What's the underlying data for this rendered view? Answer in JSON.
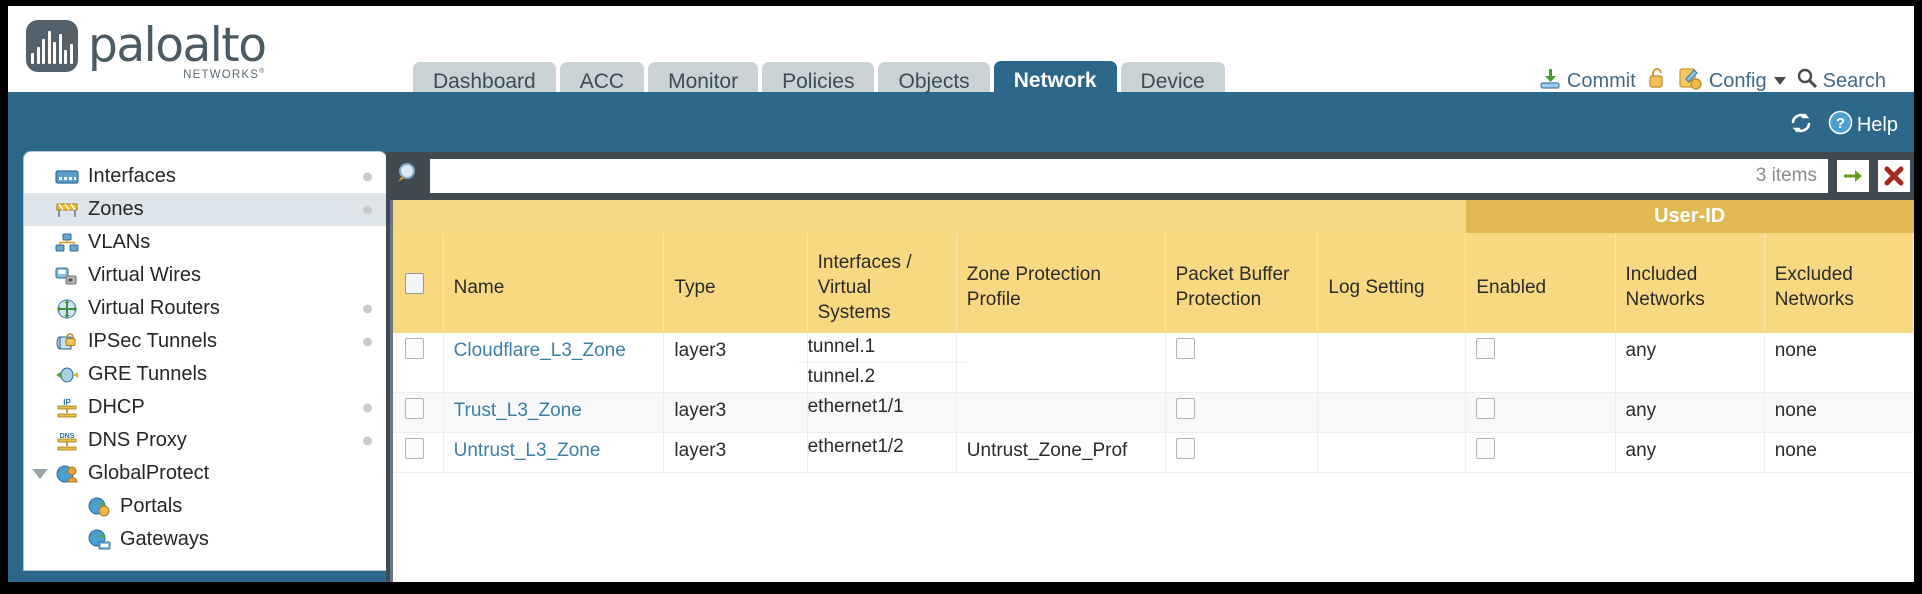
{
  "brand": {
    "name": "paloalto",
    "tagline": "NETWORKS",
    "registered": "®"
  },
  "nav": {
    "tabs": [
      {
        "label": "Dashboard",
        "active": false
      },
      {
        "label": "ACC",
        "active": false
      },
      {
        "label": "Monitor",
        "active": false
      },
      {
        "label": "Policies",
        "active": false
      },
      {
        "label": "Objects",
        "active": false
      },
      {
        "label": "Network",
        "active": true
      },
      {
        "label": "Device",
        "active": false
      }
    ]
  },
  "top_actions": {
    "commit": "Commit",
    "lock_icon": "lock-icon",
    "config": "Config",
    "search": "Search"
  },
  "blueband": {
    "refresh_icon": "refresh-icon",
    "help": "Help"
  },
  "sidebar": {
    "items": [
      {
        "label": "Interfaces",
        "icon": "interfaces-icon",
        "selected": false,
        "dot": true,
        "child": false,
        "expander": false
      },
      {
        "label": "Zones",
        "icon": "zones-icon",
        "selected": true,
        "dot": true,
        "child": false,
        "expander": false
      },
      {
        "label": "VLANs",
        "icon": "vlans-icon",
        "selected": false,
        "dot": false,
        "child": false,
        "expander": false
      },
      {
        "label": "Virtual Wires",
        "icon": "virtual-wires-icon",
        "selected": false,
        "dot": false,
        "child": false,
        "expander": false
      },
      {
        "label": "Virtual Routers",
        "icon": "virtual-routers-icon",
        "selected": false,
        "dot": true,
        "child": false,
        "expander": false
      },
      {
        "label": "IPSec Tunnels",
        "icon": "ipsec-tunnels-icon",
        "selected": false,
        "dot": true,
        "child": false,
        "expander": false
      },
      {
        "label": "GRE Tunnels",
        "icon": "gre-tunnels-icon",
        "selected": false,
        "dot": false,
        "child": false,
        "expander": false
      },
      {
        "label": "DHCP",
        "icon": "dhcp-icon",
        "selected": false,
        "dot": true,
        "child": false,
        "expander": false
      },
      {
        "label": "DNS Proxy",
        "icon": "dns-proxy-icon",
        "selected": false,
        "dot": true,
        "child": false,
        "expander": false
      },
      {
        "label": "GlobalProtect",
        "icon": "globalprotect-icon",
        "selected": false,
        "dot": false,
        "child": false,
        "expander": true
      },
      {
        "label": "Portals",
        "icon": "portals-icon",
        "selected": false,
        "dot": false,
        "child": true,
        "expander": false
      },
      {
        "label": "Gateways",
        "icon": "gateways-icon",
        "selected": false,
        "dot": false,
        "child": true,
        "expander": false
      }
    ]
  },
  "search": {
    "icon": "search-icon",
    "value": "",
    "placeholder": "",
    "items_count": "3 items",
    "apply_icon": "apply-filter-arrow-icon",
    "clear_icon": "clear-filter-x-icon"
  },
  "table": {
    "group_header": {
      "label": "User-ID",
      "span": 3
    },
    "columns": [
      "Name",
      "Type",
      "Interfaces / Virtual Systems",
      "Zone Protection Profile",
      "Packet Buffer Protection",
      "Log Setting",
      "Enabled",
      "Included Networks",
      "Excluded Networks"
    ],
    "rows": [
      {
        "checked": false,
        "name": "Cloudflare_L3_Zone",
        "type": "layer3",
        "interfaces": [
          "tunnel.1",
          "tunnel.2"
        ],
        "zone_protection_profile": "",
        "packet_buffer_protection": false,
        "log_setting": "",
        "userid_enabled": false,
        "included_networks": "any",
        "excluded_networks": "none",
        "alt": false
      },
      {
        "checked": false,
        "name": "Trust_L3_Zone",
        "type": "layer3",
        "interfaces": [
          "ethernet1/1"
        ],
        "zone_protection_profile": "",
        "packet_buffer_protection": false,
        "log_setting": "",
        "userid_enabled": false,
        "included_networks": "any",
        "excluded_networks": "none",
        "alt": true
      },
      {
        "checked": false,
        "name": "Untrust_L3_Zone",
        "type": "layer3",
        "interfaces": [
          "ethernet1/2"
        ],
        "zone_protection_profile": "Untrust_Zone_Prof",
        "packet_buffer_protection": false,
        "log_setting": "",
        "userid_enabled": false,
        "included_networks": "any",
        "excluded_networks": "none",
        "alt": false
      }
    ]
  },
  "colors": {
    "brand_blue": "#2d6789",
    "tab_inactive": "#c9d3d6",
    "table_header_gold": "#f8d881",
    "group_header_gold": "#e0b953",
    "link_blue": "#3d7fa6",
    "content_dark": "#3f4a52"
  }
}
